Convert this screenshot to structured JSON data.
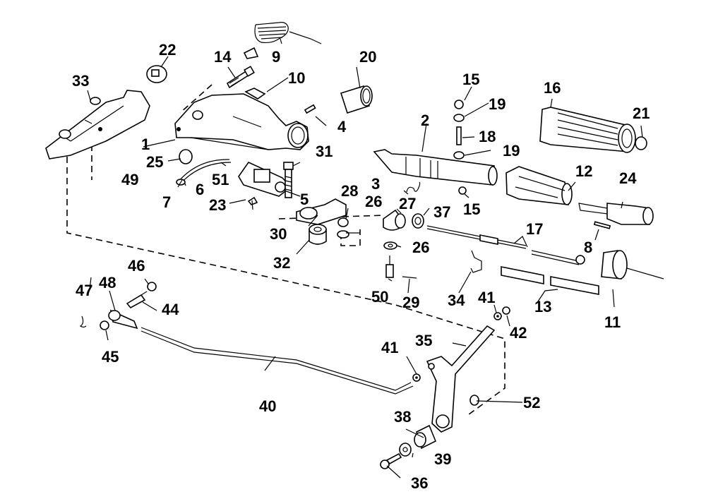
{
  "title": "Tiller handle / throttle & shift linkage exploded parts diagram",
  "labels": [
    {
      "id": "1",
      "text": "1"
    },
    {
      "id": "2",
      "text": "2"
    },
    {
      "id": "3",
      "text": "3"
    },
    {
      "id": "4",
      "text": "4"
    },
    {
      "id": "5",
      "text": "5"
    },
    {
      "id": "6",
      "text": "6"
    },
    {
      "id": "7",
      "text": "7"
    },
    {
      "id": "8",
      "text": "8"
    },
    {
      "id": "9",
      "text": "9"
    },
    {
      "id": "10",
      "text": "10"
    },
    {
      "id": "11",
      "text": "11"
    },
    {
      "id": "12",
      "text": "12"
    },
    {
      "id": "13",
      "text": "13"
    },
    {
      "id": "14",
      "text": "14"
    },
    {
      "id": "15a",
      "text": "15"
    },
    {
      "id": "15b",
      "text": "15"
    },
    {
      "id": "16",
      "text": "16"
    },
    {
      "id": "17",
      "text": "17"
    },
    {
      "id": "18",
      "text": "18"
    },
    {
      "id": "19a",
      "text": "19"
    },
    {
      "id": "19b",
      "text": "19"
    },
    {
      "id": "20",
      "text": "20"
    },
    {
      "id": "21",
      "text": "21"
    },
    {
      "id": "22",
      "text": "22"
    },
    {
      "id": "23",
      "text": "23"
    },
    {
      "id": "24",
      "text": "24"
    },
    {
      "id": "25",
      "text": "25"
    },
    {
      "id": "26a",
      "text": "26"
    },
    {
      "id": "26b",
      "text": "26"
    },
    {
      "id": "27",
      "text": "27"
    },
    {
      "id": "28",
      "text": "28"
    },
    {
      "id": "29",
      "text": "29"
    },
    {
      "id": "30",
      "text": "30"
    },
    {
      "id": "31",
      "text": "31"
    },
    {
      "id": "32",
      "text": "32"
    },
    {
      "id": "33",
      "text": "33"
    },
    {
      "id": "34",
      "text": "34"
    },
    {
      "id": "35",
      "text": "35"
    },
    {
      "id": "36",
      "text": "36"
    },
    {
      "id": "37",
      "text": "37"
    },
    {
      "id": "38",
      "text": "38"
    },
    {
      "id": "39",
      "text": "39"
    },
    {
      "id": "40",
      "text": "40"
    },
    {
      "id": "41a",
      "text": "41"
    },
    {
      "id": "41b",
      "text": "41"
    },
    {
      "id": "42",
      "text": "42"
    },
    {
      "id": "44",
      "text": "44"
    },
    {
      "id": "45",
      "text": "45"
    },
    {
      "id": "46",
      "text": "46"
    },
    {
      "id": "47",
      "text": "47"
    },
    {
      "id": "48",
      "text": "48"
    },
    {
      "id": "49",
      "text": "49"
    },
    {
      "id": "50",
      "text": "50"
    },
    {
      "id": "51",
      "text": "51"
    },
    {
      "id": "52",
      "text": "52"
    }
  ]
}
